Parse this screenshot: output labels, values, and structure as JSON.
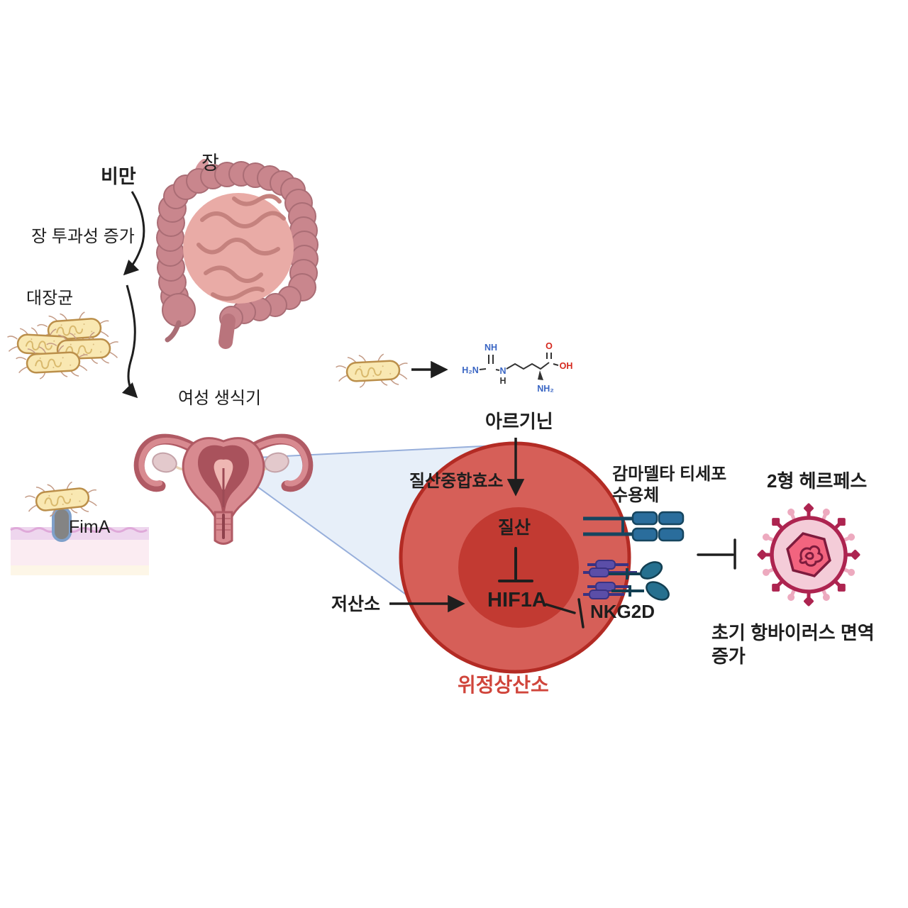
{
  "labels": {
    "obesity": "비만",
    "gut": "장",
    "gut_permeability": "장 투과성 증가",
    "e_coli": "대장균",
    "female_genital": "여성 생식기",
    "fima": "FimA",
    "arginine": "아르기닌",
    "nitric_synthase": "질산중합효소",
    "nitrate": "질산",
    "hif1a": "HIF1A",
    "hypoxia": "저산소",
    "gd_tcr_line1": "감마델타 티세포",
    "gd_tcr_line2": "수용체",
    "nkg2d": "NKG2D",
    "herpes_type2": "2형 헤르페스",
    "antiviral_line1": "초기 항바이러스 면역",
    "antiviral_line2": "증가",
    "pseudonormoxia": "위정상산소"
  },
  "chemistry": {
    "nh": "NH",
    "h2n": "H₂N",
    "n": "N",
    "h": "H",
    "o": "O",
    "oh": "OH",
    "nh2": "NH₂"
  },
  "colors": {
    "ink": "#1e1e1e",
    "cell-fill": "#d65f58",
    "cell-border": "#b32b24",
    "nucleus": "#c23a32",
    "pseudonormoxia-text": "#d0453b",
    "cone-fill": "#e6eef9",
    "cone-border": "#8fa9d9",
    "tcr-blue": "#2a6d9c",
    "tcr-blue-dark": "#16455f",
    "ligand-purple": "#5b4ea8",
    "ligand-purple-dark": "#3a3282",
    "receptor-teal": "#26708f",
    "receptor-teal-dark": "#123f52",
    "virus-dark": "#ad2450",
    "virus-light-spike": "#edaabf",
    "virus-body": "#f4ccd8",
    "virus-capsid": "#f2647f",
    "virus-capsid-dark": "#7e1b3d",
    "bact-fill": "#f9e8b2",
    "bact-border": "#bb8f4a",
    "bact-squiggle": "#d9b96d",
    "flagella": "#c49b86",
    "colon": "#c9868d",
    "colon-dark": "#aa6d75",
    "intestine-small": "#e9aba6",
    "intestine-lines": "#c5827e",
    "uterus-main": "#d88a90",
    "uterus-dark": "#b05a64",
    "uterus-cavity": "#a9525c",
    "uterus-light": "#efb7b3",
    "ovary": "#e3c9cc",
    "ovary-dark": "#c4a2a8",
    "ligament": "#e8d2b5",
    "membrane-top": "#eed6ee",
    "membrane-wave": "#dfa9d9",
    "membrane-mid": "#fbecf2",
    "membrane-bottom": "#fdf6e7",
    "pilus-gray": "#848484",
    "pilus-border": "#7fa0ca",
    "chem-blue": "#3a66c4",
    "chem-red": "#d5281e"
  }
}
